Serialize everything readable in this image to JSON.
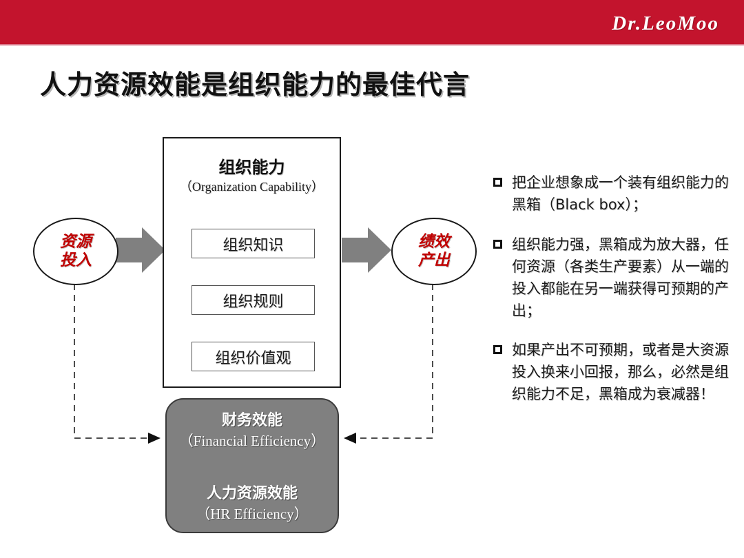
{
  "header": {
    "brand": "Dr.LeoMoo",
    "band_color": "#C3142D"
  },
  "title": "人力资源效能是组织能力的最佳代言",
  "diagram": {
    "input_node": {
      "line1": "资源",
      "line2": "投入",
      "text_color": "#C00000"
    },
    "output_node": {
      "line1": "绩效",
      "line2": "产出",
      "text_color": "#C00000"
    },
    "capability_box": {
      "title": "组织能力",
      "subtitle": "（Organization Capability）",
      "layers": [
        {
          "label": "组织知识"
        },
        {
          "label": "组织规则"
        },
        {
          "label": "组织价值观"
        }
      ]
    },
    "efficiency_box": {
      "financial_title": "财务效能",
      "financial_subtitle": "（Financial Efficiency）",
      "hr_title": "人力资源效能",
      "hr_subtitle": "（HR Efficiency）",
      "fill_color": "#808080",
      "arrow_icon": "up-arrow-icon"
    },
    "flow_arrow_color": "#808080"
  },
  "bullets": [
    {
      "text": "把企业想象成一个装有组织能力的黑箱（Black box）；"
    },
    {
      "text": "组织能力强，黑箱成为放大器，任何资源（各类生产要素）从一端的投入都能在另一端获得可预期的产出；"
    },
    {
      "text": "如果产出不可预期，或者是大资源投入换来小回报，那么，必然是组织能力不足，黑箱成为衰减器！"
    }
  ]
}
